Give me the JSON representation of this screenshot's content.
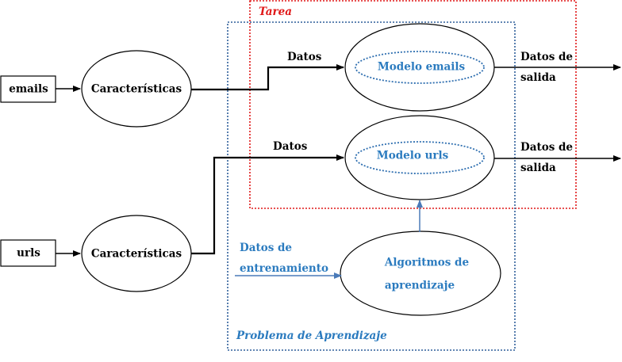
{
  "inputs": {
    "emails": "emails",
    "urls": "urls"
  },
  "features": {
    "top": "Características",
    "bottom": "Características"
  },
  "labels": {
    "datos_top": "Datos",
    "datos_bottom": "Datos",
    "salida_top_line1": "Datos de",
    "salida_top_line2": "salida",
    "salida_bottom_line1": "Datos de",
    "salida_bottom_line2": "salida",
    "train_line1": "Datos de",
    "train_line2": "entrenamiento"
  },
  "models": {
    "emails": "Modelo emails",
    "urls": "Modelo urls"
  },
  "algorithm": {
    "line1": "Algoritmos de",
    "line2": "aprendizaje"
  },
  "groups": {
    "tarea": "Tarea",
    "problema": "Problema de Aprendizaje"
  },
  "colors": {
    "tarea_border": "#e01818",
    "problema_border": "#2f5f9a",
    "accent_blue": "#2b7bbf",
    "arrow_blue": "#4a7ab8"
  }
}
